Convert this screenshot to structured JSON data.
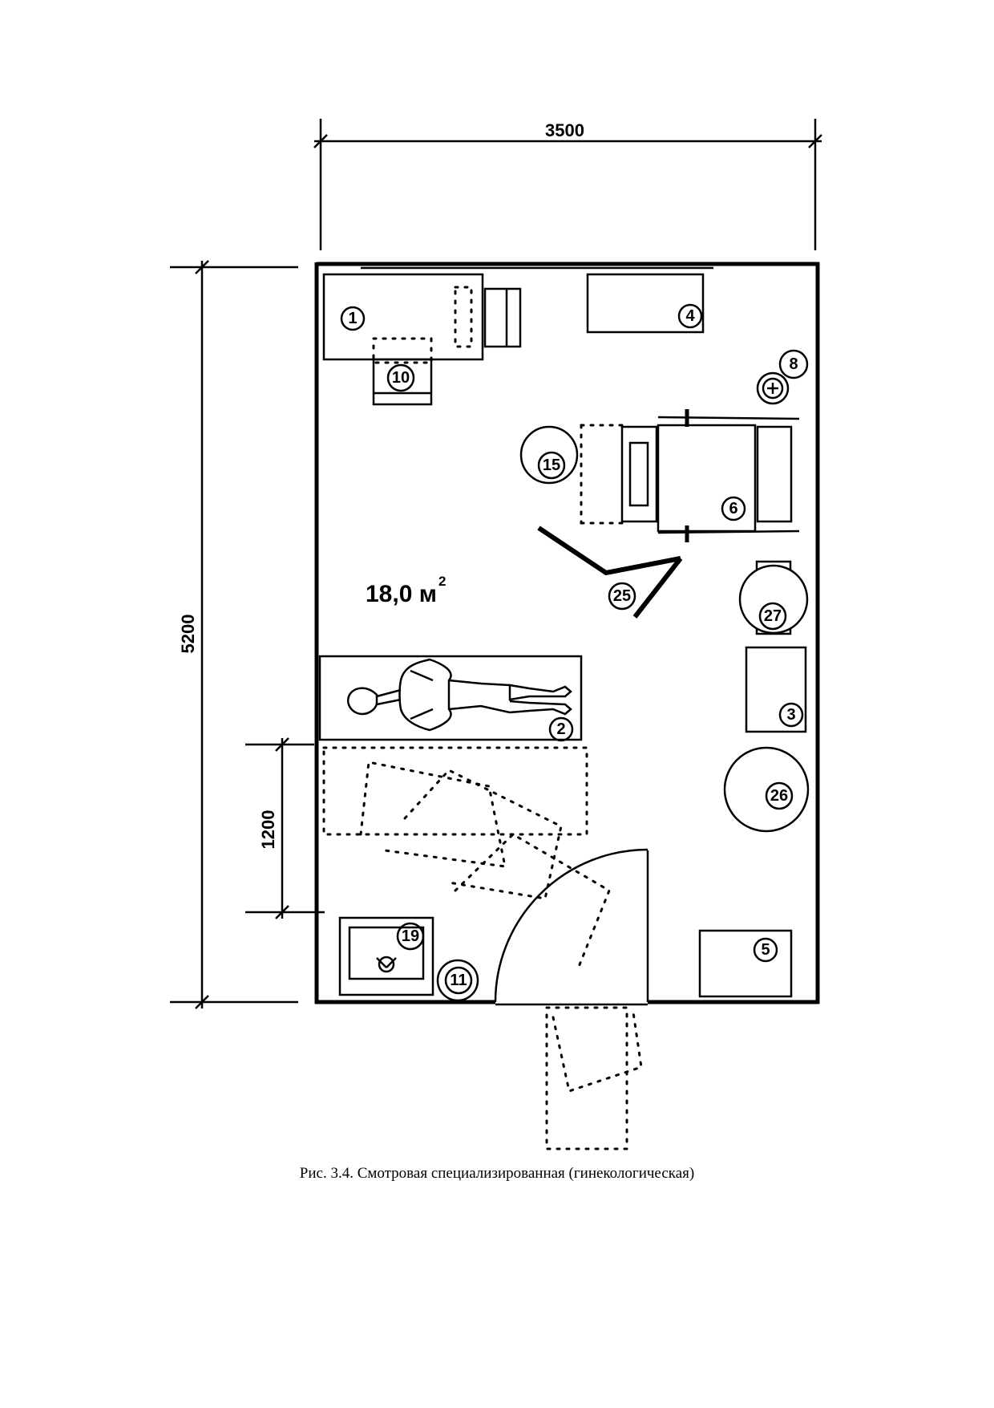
{
  "dimensions": {
    "width": "3500",
    "depth": "5200",
    "door_zone": "1200"
  },
  "area": {
    "value": "18,0 м",
    "superscript": "2"
  },
  "labels": {
    "desk": "1",
    "gyn_chair": "2",
    "cabinet": "3",
    "shelf_table": "4",
    "side_table": "5",
    "treatment_table": "6",
    "floor_item": "8",
    "stool_desk": "10",
    "bin": "11",
    "stool_round": "15",
    "sink": "19",
    "lamp": "25",
    "round_table": "26",
    "round_stool": "27"
  },
  "caption": "Рис. 3.4. Смотровая специализированная (гинекологическая)"
}
